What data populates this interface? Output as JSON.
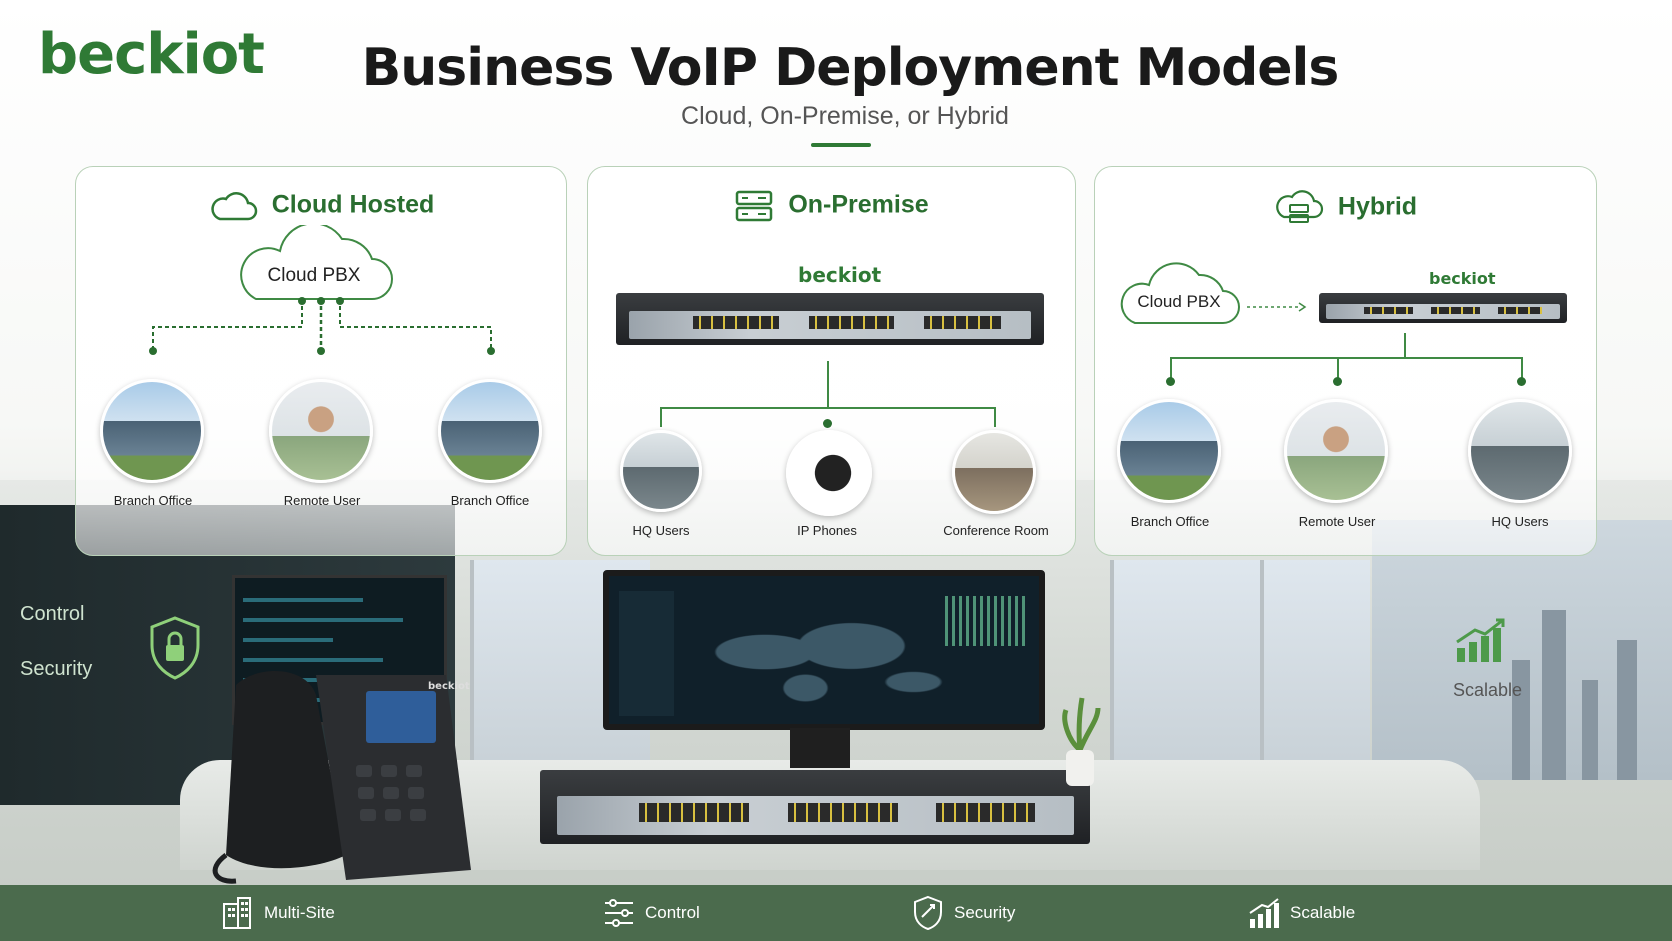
{
  "header": {
    "logo_text": "beckiot",
    "title": "Business VoIP Deployment Models",
    "subtitle": "Cloud, On-Premise, or Hybrid"
  },
  "panels": {
    "cloud": {
      "title": "Cloud Hosted",
      "icon": "cloud-icon",
      "bubble": "Cloud PBX",
      "nodes": [
        "Branch Office",
        "Remote User",
        "Branch Office"
      ]
    },
    "onprem": {
      "title": "On-Premise",
      "icon": "server-icon",
      "logo": "beckiot",
      "nodes": [
        "HQ Users",
        "IP Phones",
        "Conference Room"
      ]
    },
    "hybrid": {
      "title": "Hybrid",
      "icon": "cloud-server-icon",
      "bubble": "Cloud PBX",
      "logo": "beckiot",
      "nodes": [
        "Branch Office",
        "Remote User",
        "HQ Users"
      ]
    }
  },
  "scene": {
    "wall_control": "Control",
    "wall_security": "Security",
    "scalable": "Scalable",
    "phone_logo": "beckiot"
  },
  "footer": {
    "items": [
      {
        "label": "Multi-Site",
        "icon": "building-icon"
      },
      {
        "label": "Control",
        "icon": "sliders-icon"
      },
      {
        "label": "Security",
        "icon": "shield-icon"
      },
      {
        "label": "Scalable",
        "icon": "bar-chart-icon"
      }
    ]
  },
  "colors": {
    "brand_green": "#2f7a35",
    "footer_bg": "#4b6b4d",
    "panel_border": "#b9d1b8"
  }
}
